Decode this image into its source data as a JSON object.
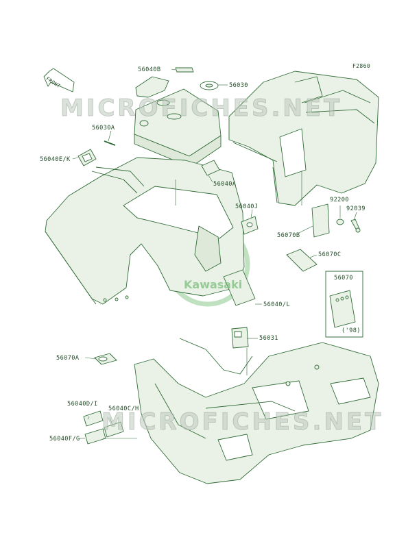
{
  "figure_code": "F2860",
  "front_marker": "FRONT",
  "watermark": {
    "text": "MICROFICHES.NET",
    "brand": "Kawasaki"
  },
  "parts": {
    "p56040B": "56040B",
    "p56030": "56030",
    "p56030A": "56030A",
    "p56040EK": "56040E/K",
    "p56040A": "56040A",
    "p56040J": "56040J",
    "p56070B": "56070B",
    "p92200": "92200",
    "p92039": "92039",
    "p56070C": "56070C",
    "p56040L": "56040/L",
    "p56070": "56070",
    "p56070_year": "('98)",
    "p56031": "56031",
    "p56070A": "56070A",
    "p56040DI": "56040D/I",
    "p56040CH": "56040C/H",
    "p56040FG": "56040F/G"
  },
  "colors": {
    "line": "#2f6b36",
    "fill": "#eaf1e6",
    "text": "#1f4a24"
  }
}
